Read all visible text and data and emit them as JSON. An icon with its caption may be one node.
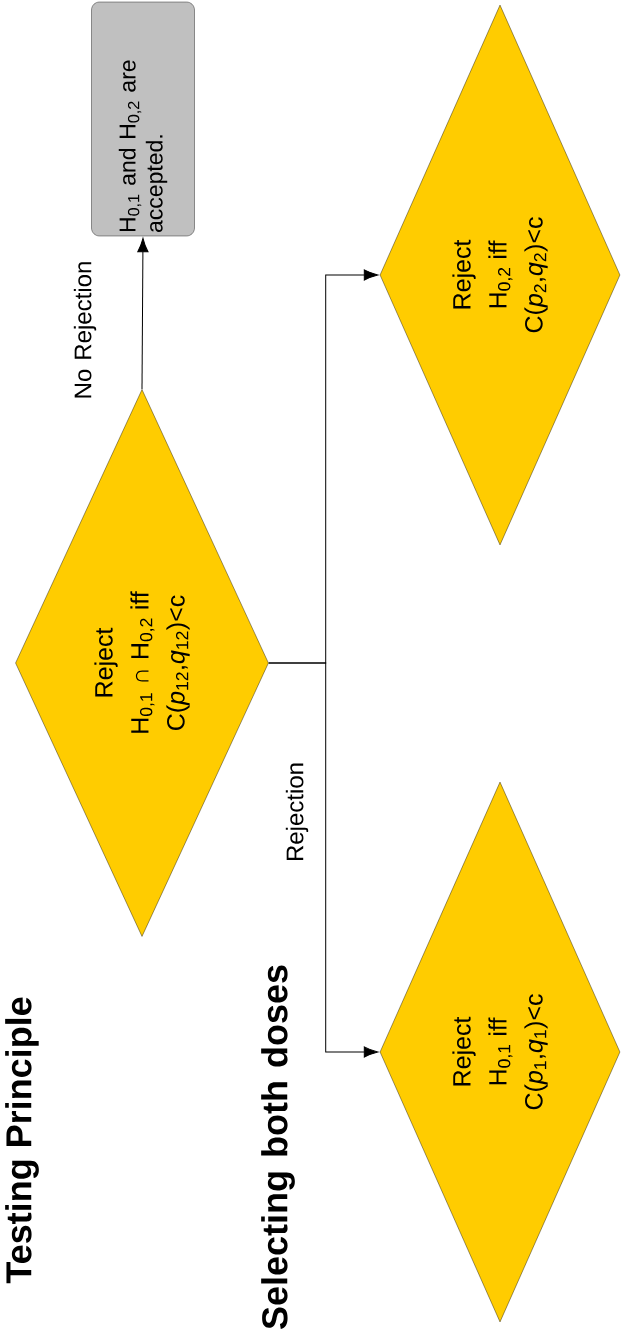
{
  "diagram": {
    "title": "Testing Principle",
    "nodes": [
      {
        "text": [
          "Reject",
          "H$_{0,1}$ ∩ H$_{0,2}$ iff",
          "C(*p*$_{12}$,*q*$_{12}$)<c"
        ]
      },
      {
        "text": [
          "Reject",
          "H$_{0,1}$ iff",
          "C(*p*$_{1}$,*q*$_{1}$)<c"
        ]
      },
      {
        "text": [
          "Reject",
          "H$_{0,2}$ iff",
          "C(*p*$_{2}$,*q*$_{2}$)<c"
        ]
      },
      {
        "text": [
          "H$_{0,1}$ and H$_{0,2}$ are accepted."
        ]
      }
    ],
    "edges": [
      {
        "from": 0,
        "to": 3,
        "arrow": "to",
        "label": "No Rejection"
      },
      {
        "from": 0,
        "to": 1,
        "arrow": "to",
        "label": "Rejection"
      },
      {
        "from": 0,
        "to": 2,
        "arrow": "to"
      }
    ],
    "labels": [
      "Selecting both doses"
    ]
  }
}
